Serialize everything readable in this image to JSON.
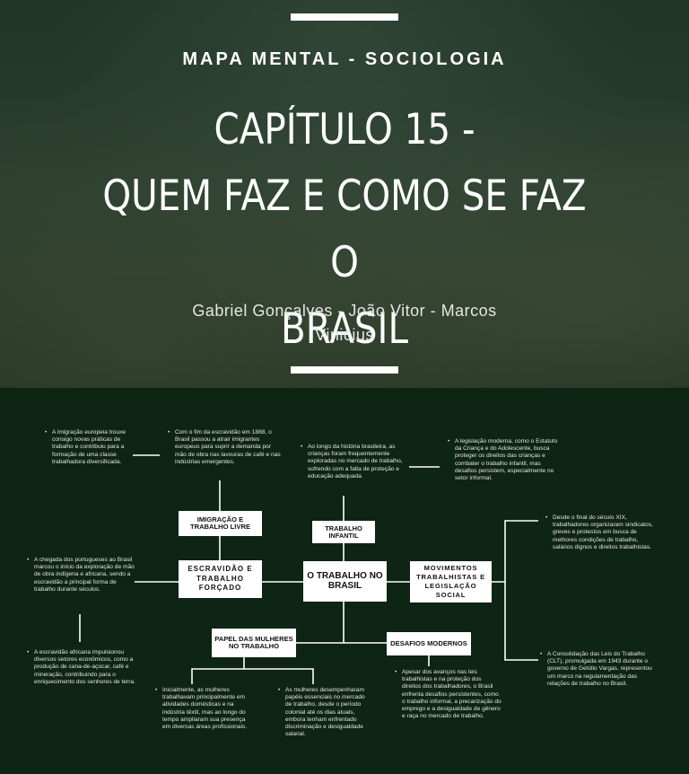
{
  "header": {
    "kicker": "MAPA MENTAL - SOCIOLOGIA",
    "title_line1": "CAPÍTULO 15 -",
    "title_line2": "QUEM FAZ E COMO SE FAZ O",
    "title_line3": "BRASIL",
    "authors_line1": "Gabriel Gonçalves - João Vitor - Marcos",
    "authors_line2": "Vinicius"
  },
  "nodes": {
    "center": "O TRABALHO NO BRASIL",
    "imigracao": "IMIGRAÇÃO E TRABALHO LIVRE",
    "trabalho_infantil": "TRABALHO INFANTIL",
    "escravidao": "ESCRAVIDÃO E TRABALHO FORÇADO",
    "movimentos": "MOVIMENTOS TRABALHISTAS E LEGISLAÇÃO SOCIAL",
    "mulheres": "PAPEL DAS MULHERES NO TRABALHO",
    "desafios": "DESAFIOS MODERNOS"
  },
  "notes": {
    "imigracao_europeia": "A imigração europeia trouxe consigo novas práticas de trabalho e contribuiu para a formação de uma classe trabalhadora diversificada.",
    "fim_escravidao": "Com o fim da escravidão em 1888, o Brasil passou a atrair imigrantes europeus para suprir a demanda por mão de obra nas lavouras de café e nas indústrias emergentes.",
    "criancas": "Ao longo da história brasileira, as crianças foram frequentemente exploradas no mercado de trabalho, sofrendo com a falta de proteção e educação adequada.",
    "legislacao": "A legislação moderna, como o Estatuto da Criança e do Adolescente, busca proteger os direitos das crianças e combater o trabalho infantil, mas desafios persistem, especialmente no setor informal.",
    "seculo_xix": "Desde o final do século XIX, trabalhadores organizaram sindicatos, greves e protestos em busca de melhores condições de trabalho, salários dignos e direitos trabalhistas.",
    "portugueses": "A chegada dos portugueses ao Brasil marcou o início da exploração de mão de obra indígena e africana, sendo a escravidão a principal forma de trabalho durante séculos.",
    "escravidao_africana": "A escravidão africana impulsionou diversos setores econômicos, como a produção de cana-de-açúcar, café e mineração, contribuindo para o enriquecimento dos senhores de terra.",
    "clt": "A Consolidação das Leis do Trabalho (CLT), promulgada em 1943 durante o governo de Getúlio Vargas, representou um marco na regulamentação das relações de trabalho no Brasil.",
    "mulheres_inicio": "Inicialmente, as mulheres trabalhavam principalmente em atividades domésticas e na indústria têxtil, mas ao longo do tempo ampliaram sua presença em diversas áreas profissionais.",
    "mulheres_papeis": "As mulheres desempenharam papéis essenciais no mercado de trabalho, desde o período colonial até os dias atuais, embora tenham enfrentado discriminação e desigualdade salarial.",
    "avancos": "Apesar dos avanços nas leis trabalhistas e na proteção dos direitos dos trabalhadores, o Brasil enfrenta desafios persistentes, como o trabalho informal, a precarização do emprego e a desigualdade de gênero e raça no mercado de trabalho."
  }
}
